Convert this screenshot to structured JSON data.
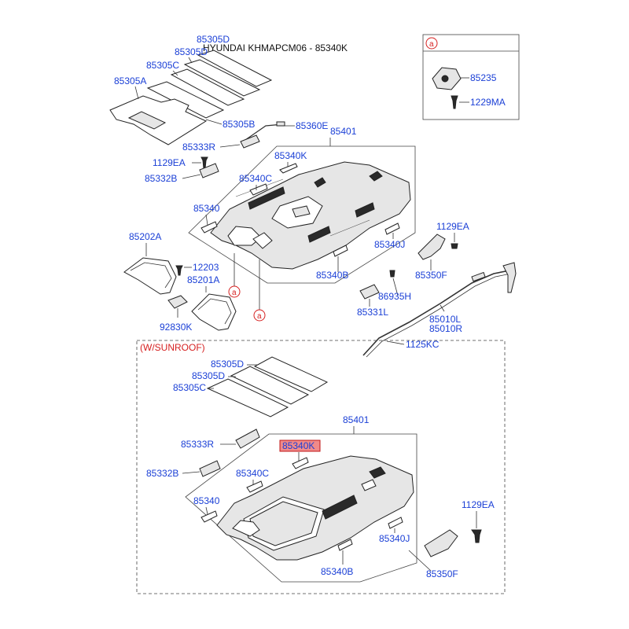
{
  "title": "HYUNDAI KHMAPCM06 - 85340K",
  "inset_marker": "a",
  "inset_labels": {
    "p85235": "85235",
    "p1229MA": "1229MA"
  },
  "sunroof_title": "(W/SUNROOF)",
  "labels": {
    "p85305D_a": "85305D",
    "p85305D_b": "85305D",
    "p85305C": "85305C",
    "p85305A": "85305A",
    "p85305B": "85305B",
    "p85360E": "85360E",
    "p85401": "85401",
    "p85333R": "85333R",
    "p1129EA_a": "1129EA",
    "p85340K": "85340K",
    "p85332B": "85332B",
    "p85340C": "85340C",
    "p85340": "85340",
    "p85202A": "85202A",
    "p12203": "12203",
    "p85201A": "85201A",
    "p92830K": "92830K",
    "p85340B": "85340B",
    "p85340J": "85340J",
    "p1129EA_b": "1129EA",
    "p85350F": "85350F",
    "p86935H": "86935H",
    "p85331L": "85331L",
    "p85010L": "85010L",
    "p85010R": "85010R",
    "p1125KC": "1125KC",
    "marker_a1": "a",
    "marker_a2": "a"
  },
  "sunroof_labels": {
    "p85305D": "85305D",
    "p85305D_2": "85305D",
    "p85305C": "85305C",
    "p85401": "85401",
    "p85333R": "85333R",
    "p85340K": "85340K",
    "p85332B": "85332B",
    "p85340C": "85340C",
    "p85340": "85340",
    "p1129EA": "1129EA",
    "p85340J": "85340J",
    "p85340B": "85340B",
    "p85350F": "85350F"
  },
  "colors": {
    "label": "#1a3fd6",
    "accent_red": "#d62020",
    "highlight_fill": "#f08a8a"
  }
}
